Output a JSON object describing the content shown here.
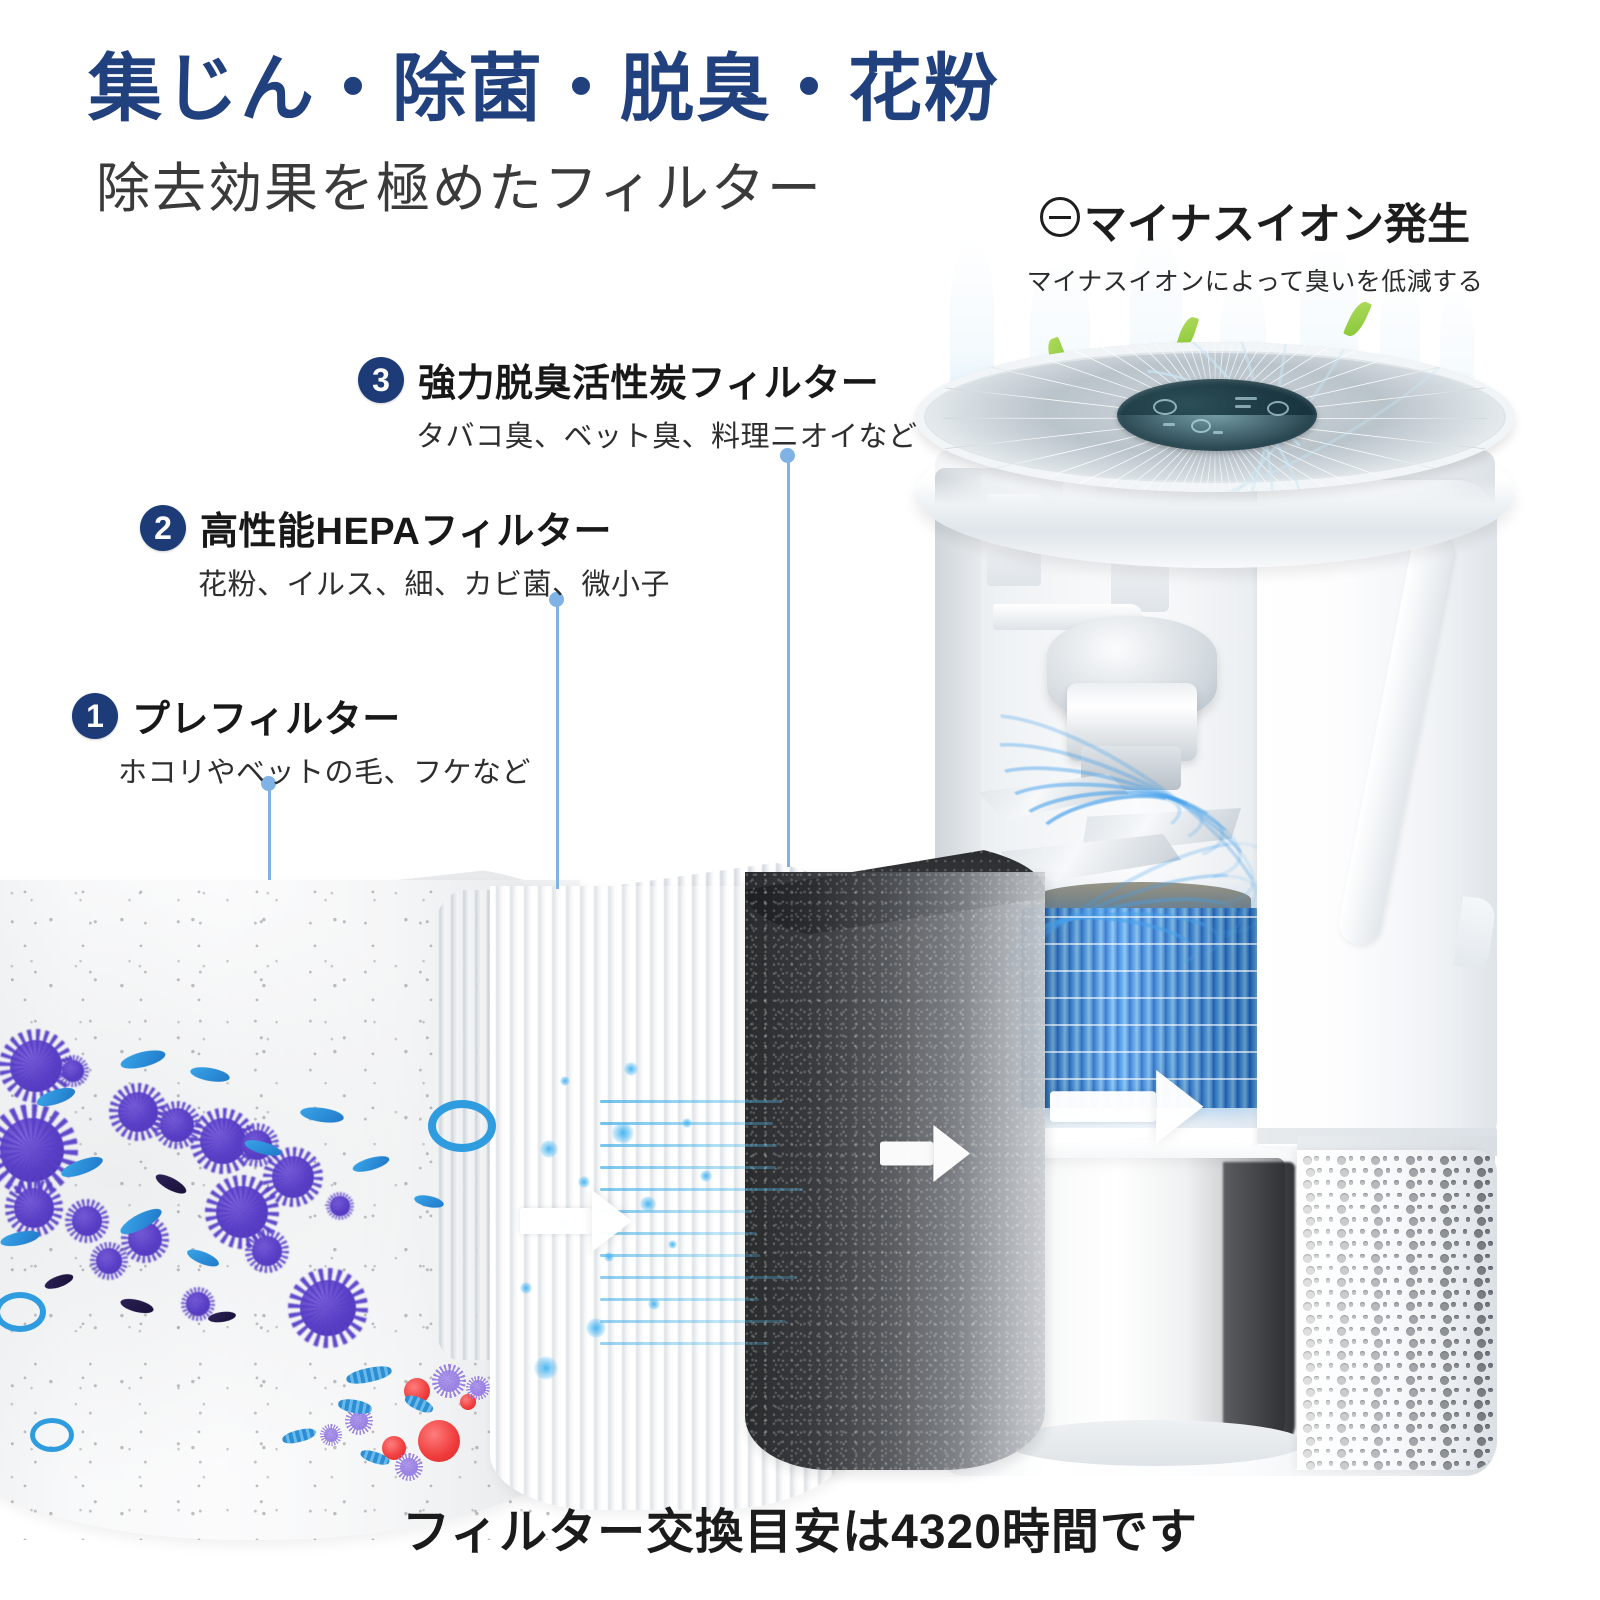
{
  "heading": {
    "main": "集じん・除菌・脱臭・花粉",
    "sub": "除去効果を極めたフィルター",
    "main_color": "#21407e",
    "sub_color": "#3a3a3a"
  },
  "ion": {
    "icon": "minus-circle-icon",
    "title": "マイナスイオン発生",
    "subtitle": "マイナスイオンによって臭いを低減する"
  },
  "filters": [
    {
      "number": "1",
      "title": "プレフィルター",
      "description": "ホコリやベットの毛、フケなど",
      "badge_color": "#1d3c77"
    },
    {
      "number": "2",
      "title": "高性能HEPAフィルター",
      "description": "花粉、イルス、細、カビ菌、微小子",
      "badge_color": "#1d3c77"
    },
    {
      "number": "3",
      "title": "強力脱臭活性炭フィルター",
      "description": "タバコ臭、ベット臭、料理ニオイなど",
      "badge_color": "#1d3c77"
    }
  ],
  "footer": {
    "caption": "フィルター交換目安は4320時間です"
  },
  "palette": {
    "background": "#ffffff",
    "leader_line": "#7fb2e5",
    "airflow_blue": "#28afeb",
    "pollen_purple": "#5a3fc4",
    "virus_red": "#ef3b3b",
    "carbon_dark": "#2a2c2f",
    "hepa_blue": "#3f92e8",
    "leaf_green": "#7cc227"
  },
  "device": {
    "name": "air-purifier",
    "top_grille": "spiral-fin-grille",
    "control_panel": "touch-control-panel",
    "handle": "carry-handle",
    "mesh": "perforated-air-intake"
  }
}
